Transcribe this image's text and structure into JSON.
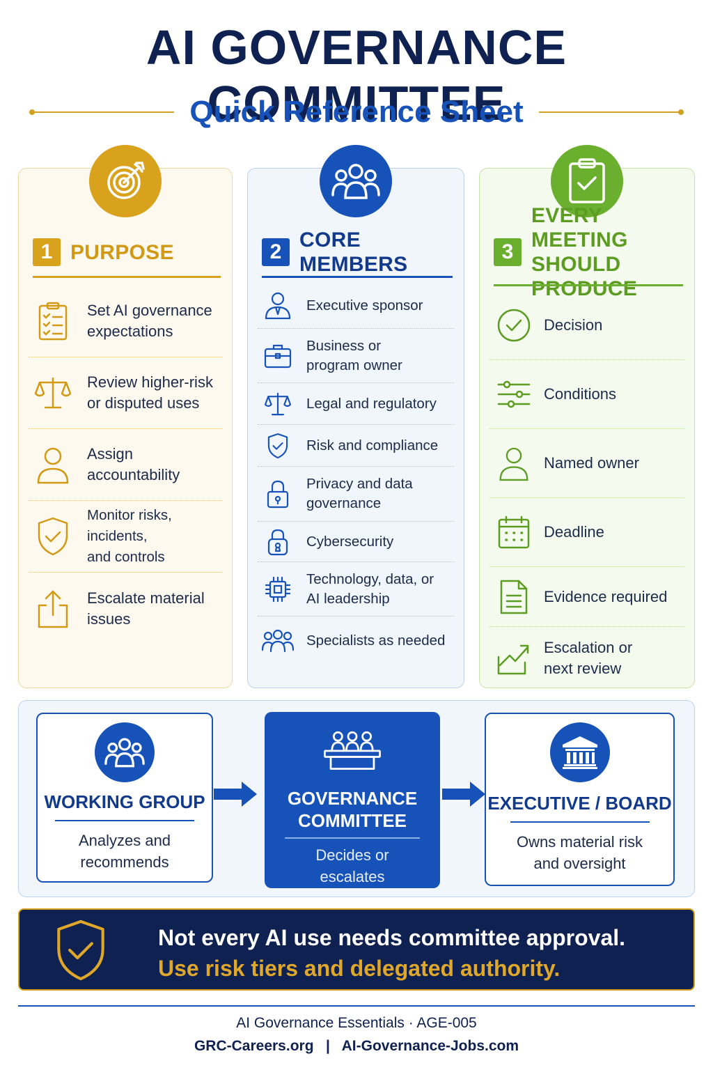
{
  "header": {
    "title": "AI GOVERNANCE COMMITTEE",
    "subtitle": "Quick Reference Sheet"
  },
  "purpose": {
    "number": "1",
    "title": "PURPOSE",
    "icon": "target-icon",
    "items": [
      {
        "icon": "checklist-icon",
        "line1": "Set AI governance",
        "line2": "expectations"
      },
      {
        "icon": "scales-icon",
        "line1": "Review higher-risk",
        "line2": "or disputed uses"
      },
      {
        "icon": "person-icon",
        "line1": "Assign",
        "line2": "accountability"
      },
      {
        "icon": "shield-check-icon",
        "line1": "Monitor risks, incidents,",
        "line2": "and controls"
      },
      {
        "icon": "upload-icon",
        "line1": "Escalate material",
        "line2": "issues"
      }
    ]
  },
  "members": {
    "number": "2",
    "title": "CORE MEMBERS",
    "icon": "group-icon",
    "items": [
      {
        "icon": "executive-icon",
        "line1": "Executive sponsor",
        "line2": ""
      },
      {
        "icon": "briefcase-icon",
        "line1": "Business or",
        "line2": "program owner"
      },
      {
        "icon": "scales-icon",
        "line1": "Legal and regulatory",
        "line2": ""
      },
      {
        "icon": "shield-check-icon",
        "line1": "Risk and compliance",
        "line2": ""
      },
      {
        "icon": "lock-icon",
        "line1": "Privacy and data",
        "line2": "governance"
      },
      {
        "icon": "padlock-keyhole-icon",
        "line1": "Cybersecurity",
        "line2": ""
      },
      {
        "icon": "chip-icon",
        "line1": "Technology, data, or",
        "line2": "AI leadership"
      },
      {
        "icon": "people-icon",
        "line1": "Specialists as needed",
        "line2": ""
      }
    ]
  },
  "produce": {
    "number": "3",
    "title_line1": "EVERY MEETING",
    "title_line2": "SHOULD PRODUCE",
    "icon": "clipboard-check-icon",
    "items": [
      {
        "icon": "check-circle-icon",
        "line1": "Decision",
        "line2": ""
      },
      {
        "icon": "sliders-icon",
        "line1": "Conditions",
        "line2": ""
      },
      {
        "icon": "person-icon",
        "line1": "Named owner",
        "line2": ""
      },
      {
        "icon": "calendar-icon",
        "line1": "Deadline",
        "line2": ""
      },
      {
        "icon": "document-icon",
        "line1": "Evidence required",
        "line2": ""
      },
      {
        "icon": "trend-up-icon",
        "line1": "Escalation or",
        "line2": "next review"
      }
    ]
  },
  "flow": {
    "stages": [
      {
        "icon": "group-icon",
        "title_line1": "WORKING GROUP",
        "title_line2": "",
        "desc_line1": "Analyzes and",
        "desc_line2": "recommends"
      },
      {
        "icon": "committee-table-icon",
        "title_line1": "GOVERNANCE",
        "title_line2": "COMMITTEE",
        "desc_line1": "Decides or",
        "desc_line2": "escalates"
      },
      {
        "icon": "building-icon",
        "title_line1": "EXECUTIVE / BOARD",
        "title_line2": "",
        "desc_line1": "Owns material risk",
        "desc_line2": "and oversight"
      }
    ]
  },
  "banner": {
    "icon": "shield-check-icon",
    "line1": "Not every AI use needs committee approval.",
    "line2": "Use risk tiers and delegated authority."
  },
  "footer": {
    "line1": "AI Governance Essentials · AGE-005",
    "line2": "GRC-Careers.org   |   AI-Governance-Jobs.com"
  },
  "colors": {
    "navy": "#0f2150",
    "blue": "#1652b8",
    "gold": "#d8a21c",
    "green": "#6ab02e"
  }
}
